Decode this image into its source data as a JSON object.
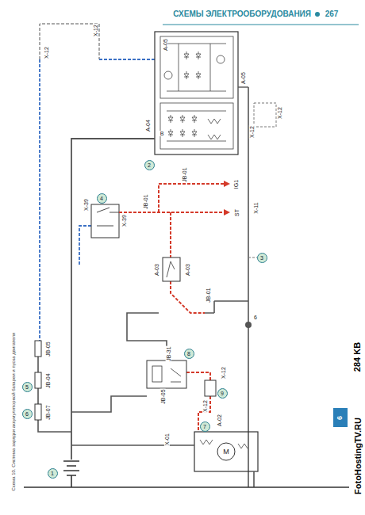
{
  "diagram": {
    "title": "СХЕМЫ ЭЛЕКТРООБОРУДОВАНИЯ",
    "caption": "Схема 10. Система зарядки аккумуляторной батареи и пуска двигателя",
    "nodes": [
      {
        "text": [
          "1"
        ]
      },
      {
        "text": [
          "2"
        ]
      },
      {
        "text": [
          "3"
        ]
      },
      {
        "text": [
          "4"
        ]
      },
      {
        "text": [
          "5"
        ]
      },
      {
        "text": [
          "6"
        ]
      },
      {
        "text": [
          "7"
        ]
      },
      {
        "text": [
          "8"
        ]
      },
      {
        "text": [
          "9"
        ]
      }
    ],
    "labels": [
      "267",
      "X-12",
      "X-12",
      "A-05",
      "A-05",
      "A-04",
      "B",
      "X-12",
      "X-12",
      "JB-01",
      "IG1",
      "ST",
      "JB-01",
      "X-39",
      "X-39",
      "X-11",
      "A-03",
      "A-03",
      "JB-01",
      "6",
      "JB-05",
      "JB-04",
      "JB-07",
      "JB-31",
      "JB-05",
      "X-12",
      "X-12",
      "A-02",
      "X-01",
      "M",
      "FotoHostingTV.RU",
      "284 KB",
      "6"
    ]
  }
}
